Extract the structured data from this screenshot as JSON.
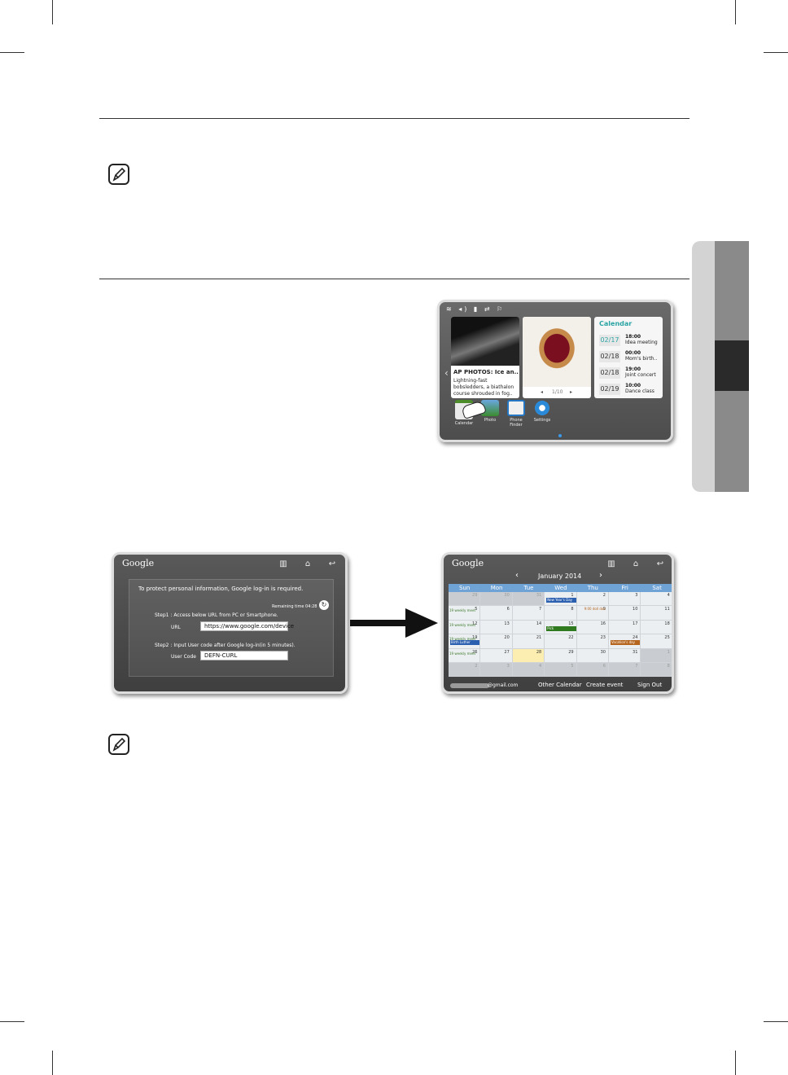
{
  "home_screen": {
    "news_title": "AP PHOTOS: Ice an..",
    "news_body": [
      "Lightning-fast",
      "bobsledders, a biathalon",
      "course shrouded in fog.."
    ],
    "photo_counter": "1/10",
    "calendar_title": "Calendar",
    "events": [
      {
        "date": "02/17",
        "time": "18:00",
        "text": "Idea meeting"
      },
      {
        "date": "02/18",
        "time": "00:00",
        "text": "Mom's birth.."
      },
      {
        "date": "02/18",
        "time": "19:00",
        "text": "Joint concert"
      },
      {
        "date": "02/19",
        "time": "10:00",
        "text": "Dance class"
      }
    ],
    "apps": [
      {
        "label": "Calendar",
        "icon": "calendar-icon"
      },
      {
        "label": "Photo",
        "icon": "photo-icon"
      },
      {
        "label": "Phone\nFinder",
        "icon": "phone-finder-icon"
      },
      {
        "label": "Settings",
        "icon": "settings-gear-icon"
      }
    ]
  },
  "login_screen": {
    "logo": "Google",
    "message": "To protect personal information, Google log-in is required.",
    "remaining": "Remaining time 04:28",
    "step1": "Step1 : Access below URL from PC or Smartphone.",
    "url_label": "URL",
    "url_value": "https://www.google.com/device",
    "step2": "Step2 : Input User code after Google log-in(in 5 minutes).",
    "code_label": "User Code",
    "code_value": "DEFN-CURL"
  },
  "calendar_screen": {
    "logo": "Google",
    "month": "January 2014",
    "weekdays": [
      "Sun",
      "Mon",
      "Tue",
      "Wed",
      "Thu",
      "Fri",
      "Sat"
    ],
    "weeks": [
      [
        "29",
        "30",
        "31",
        "1",
        "2",
        "3",
        "4"
      ],
      [
        "5",
        "6",
        "7",
        "8",
        "9",
        "10",
        "11"
      ],
      [
        "12",
        "13",
        "14",
        "15",
        "16",
        "17",
        "18"
      ],
      [
        "19",
        "20",
        "21",
        "22",
        "23",
        "24",
        "25"
      ],
      [
        "26",
        "27",
        "28",
        "29",
        "30",
        "31",
        "1"
      ],
      [
        "2",
        "3",
        "4",
        "5",
        "6",
        "7",
        "8"
      ]
    ],
    "events": [
      {
        "text": "New Year's Day",
        "color": "#2b5fb0"
      },
      {
        "text": "Birth Luther",
        "color": "#2b5fb0"
      },
      {
        "text": "Pick",
        "color": "#2f7a1e"
      },
      {
        "text": "Vacation's day",
        "color": "#b5651d"
      },
      {
        "text": "9:00 doll dou",
        "color": "#b5651d"
      }
    ],
    "side_label": "19 weekly meet",
    "account": "@gmail.com",
    "footer": [
      "Other Calendar",
      "Create event",
      "Sign Out"
    ]
  }
}
